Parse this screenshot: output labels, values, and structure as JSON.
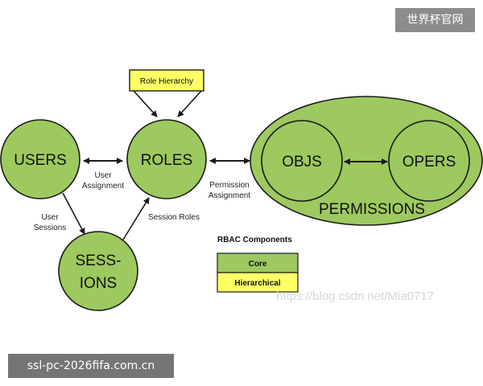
{
  "nodes": {
    "users": {
      "label": "USERS"
    },
    "roles": {
      "label": "ROLES"
    },
    "sessions": {
      "label_line1": "SESS-",
      "label_line2": "IONS"
    },
    "objs": {
      "label": "OBJS"
    },
    "opers": {
      "label": "OPERS"
    },
    "permissions": {
      "label": "PERMISSIONS"
    }
  },
  "role_hierarchy": {
    "label": "Role Hierarchy"
  },
  "edges": {
    "user_assignment": {
      "line1": "User",
      "line2": "Assignment"
    },
    "permission_assignment": {
      "line1": "Permission",
      "line2": "Assignment"
    },
    "user_sessions": {
      "line1": "User",
      "line2": "Sessions"
    },
    "session_roles": {
      "label": "Session Roles"
    }
  },
  "legend": {
    "title": "RBAC Components",
    "items": [
      {
        "label": "Core",
        "color": "#9dc95f"
      },
      {
        "label": "Hierarchical",
        "color": "#ffff66"
      }
    ]
  },
  "colors": {
    "node_fill": "#9dc95f",
    "stroke": "#1a1a1a",
    "hierarchy_fill": "#ffff66"
  },
  "watermarks": {
    "top_right": "世界杯官网",
    "bottom_left": "ssl-pc-2026fifa.com.cn",
    "center_url": "https://blog.csdn.net/Mia0717"
  }
}
